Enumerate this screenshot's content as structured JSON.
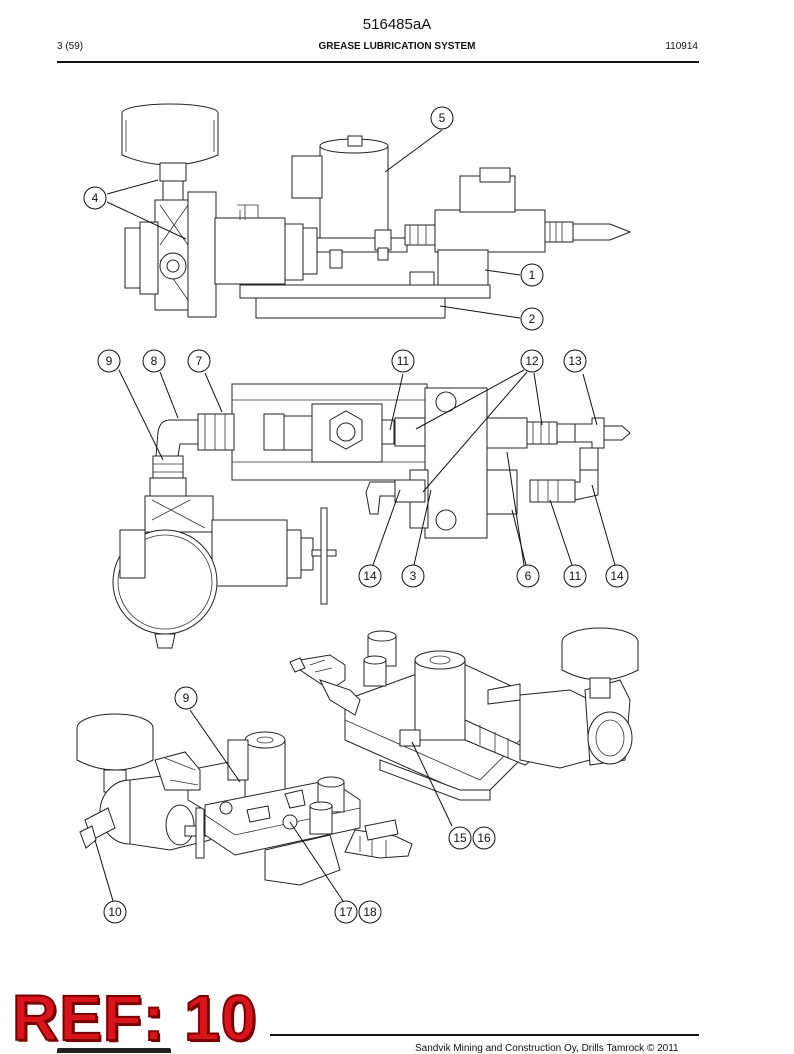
{
  "header": {
    "doc_id": "516485aA",
    "page": "3 (59)",
    "title": "GREASE LUBRICATION SYSTEM",
    "code": "110914"
  },
  "stamp": {
    "text": "REF: 10"
  },
  "footer": {
    "text": "Sandvik Mining and Construction Oy, Drills Tamrock © 2011"
  },
  "callouts": [
    "1",
    "2",
    "3",
    "4",
    "5",
    "6",
    "7",
    "8",
    "9",
    "9",
    "10",
    "11",
    "11",
    "12",
    "13",
    "14",
    "14",
    "15",
    "16",
    "17",
    "18"
  ]
}
